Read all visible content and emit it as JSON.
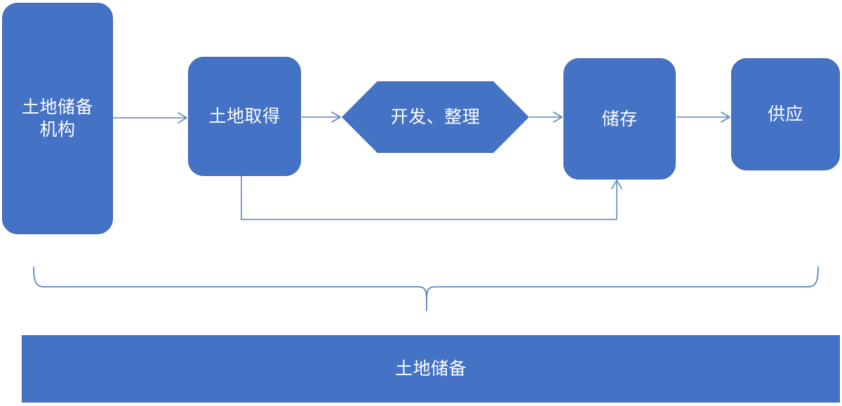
{
  "diagram": {
    "title_text": "土地储备",
    "nodes": [
      {
        "id": "agency",
        "label": "土地储备\n机构",
        "shape": "rounded-rect"
      },
      {
        "id": "acquire",
        "label": "土地取得",
        "shape": "rounded-rect"
      },
      {
        "id": "develop",
        "label": "开发、整理",
        "shape": "hexagon"
      },
      {
        "id": "store",
        "label": "储存",
        "shape": "rounded-rect"
      },
      {
        "id": "supply",
        "label": "供应",
        "shape": "rounded-rect"
      }
    ],
    "summary_bar": {
      "label": "土地储备",
      "shape": "rect"
    },
    "connectors": [
      {
        "id": "agency-to-acquire",
        "from": "agency",
        "to": "acquire",
        "style": "arrow-right"
      },
      {
        "id": "acquire-to-develop",
        "from": "acquire",
        "to": "develop",
        "style": "arrow-right"
      },
      {
        "id": "develop-to-store",
        "from": "develop",
        "to": "store",
        "style": "arrow-right"
      },
      {
        "id": "store-to-supply",
        "from": "store",
        "to": "supply",
        "style": "arrow-right"
      },
      {
        "id": "acquire-to-store-bypass",
        "from": "acquire",
        "to": "store",
        "style": "elbow-arrow-up"
      }
    ],
    "brace": {
      "id": "scope-brace",
      "spans": [
        "agency",
        "acquire",
        "develop",
        "store",
        "supply"
      ],
      "direction": "down"
    },
    "colors": {
      "node_fill": "#4472C4",
      "node_border": "#3C64AE",
      "node_text": "#FFFFFF",
      "connector": "#5B84C4",
      "background": "#FFFFFF"
    }
  }
}
